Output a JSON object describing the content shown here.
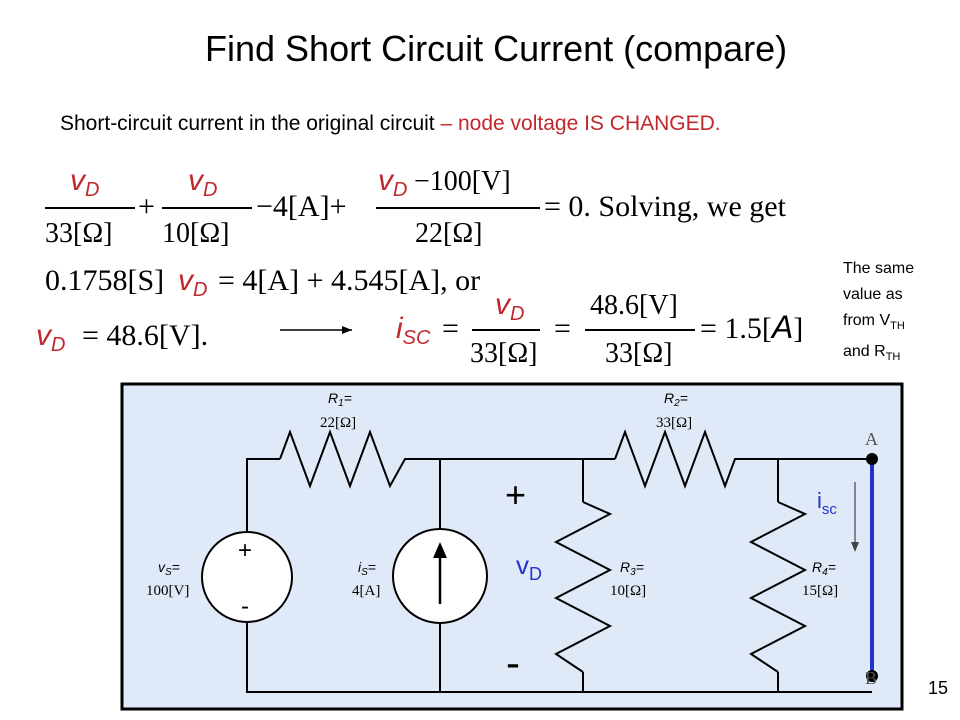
{
  "slide": {
    "title": "Find Short Circuit Current (compare)",
    "subtitle_black": "Short-circuit current in the original circuit ",
    "subtitle_red": "– node voltage IS CHANGED.",
    "page_number": "15",
    "note": {
      "line1": "The same",
      "line2": "value as",
      "line3": "from V",
      "line3_sub": "TH",
      "line4": "and R",
      "line4_sub": "TH"
    }
  },
  "equations": {
    "eq1": {
      "var": "v",
      "var_sub": "D",
      "den1": "33[Ω]",
      "op1": "+",
      "den2": "10[Ω]",
      "mid": "−4[A]+",
      "num3_tail": "−100[V]",
      "den3": "22[Ω]",
      "tail": "= 0.  Solving, we get"
    },
    "eq2": {
      "lhs": "0.1758[S]",
      "rhs": "= 4[A] + 4.545[A],  or"
    },
    "eq3": {
      "rhs": "= 48.6[V].",
      "isc": "i",
      "isc_sub": "SC",
      "eq": "=",
      "den": "33[Ω]",
      "num2": "48.6[V]",
      "eq2": "=",
      "den2": "33[Ω]",
      "result": "= 1.5[",
      "unit": "A",
      "close": "]"
    }
  },
  "circuit": {
    "background": "#dfe9f7",
    "wire_color": "#000000",
    "short_color": "#2233cc",
    "r1_name": "R",
    "r1_sub": "1",
    "r1_value": "22[Ω]",
    "r2_name": "R",
    "r2_sub": "2",
    "r2_value": "33[Ω]",
    "r3_name": "R",
    "r3_sub": "3",
    "r3_value": "10[Ω]",
    "r4_name": "R",
    "r4_sub": "4",
    "r4_value": "15[Ω]",
    "vs_name": "v",
    "vs_sub": "S",
    "vs_value": "100[V]",
    "is_name": "i",
    "is_sub": "S",
    "is_value": "4[A]",
    "src_plus": "+",
    "src_minus": "-",
    "node_plus": "+",
    "node_minus": "-",
    "vd_label": "v",
    "vd_sub": "D",
    "isc_label": "i",
    "isc_sub": "sc",
    "node_a": "A",
    "node_b": "B"
  }
}
